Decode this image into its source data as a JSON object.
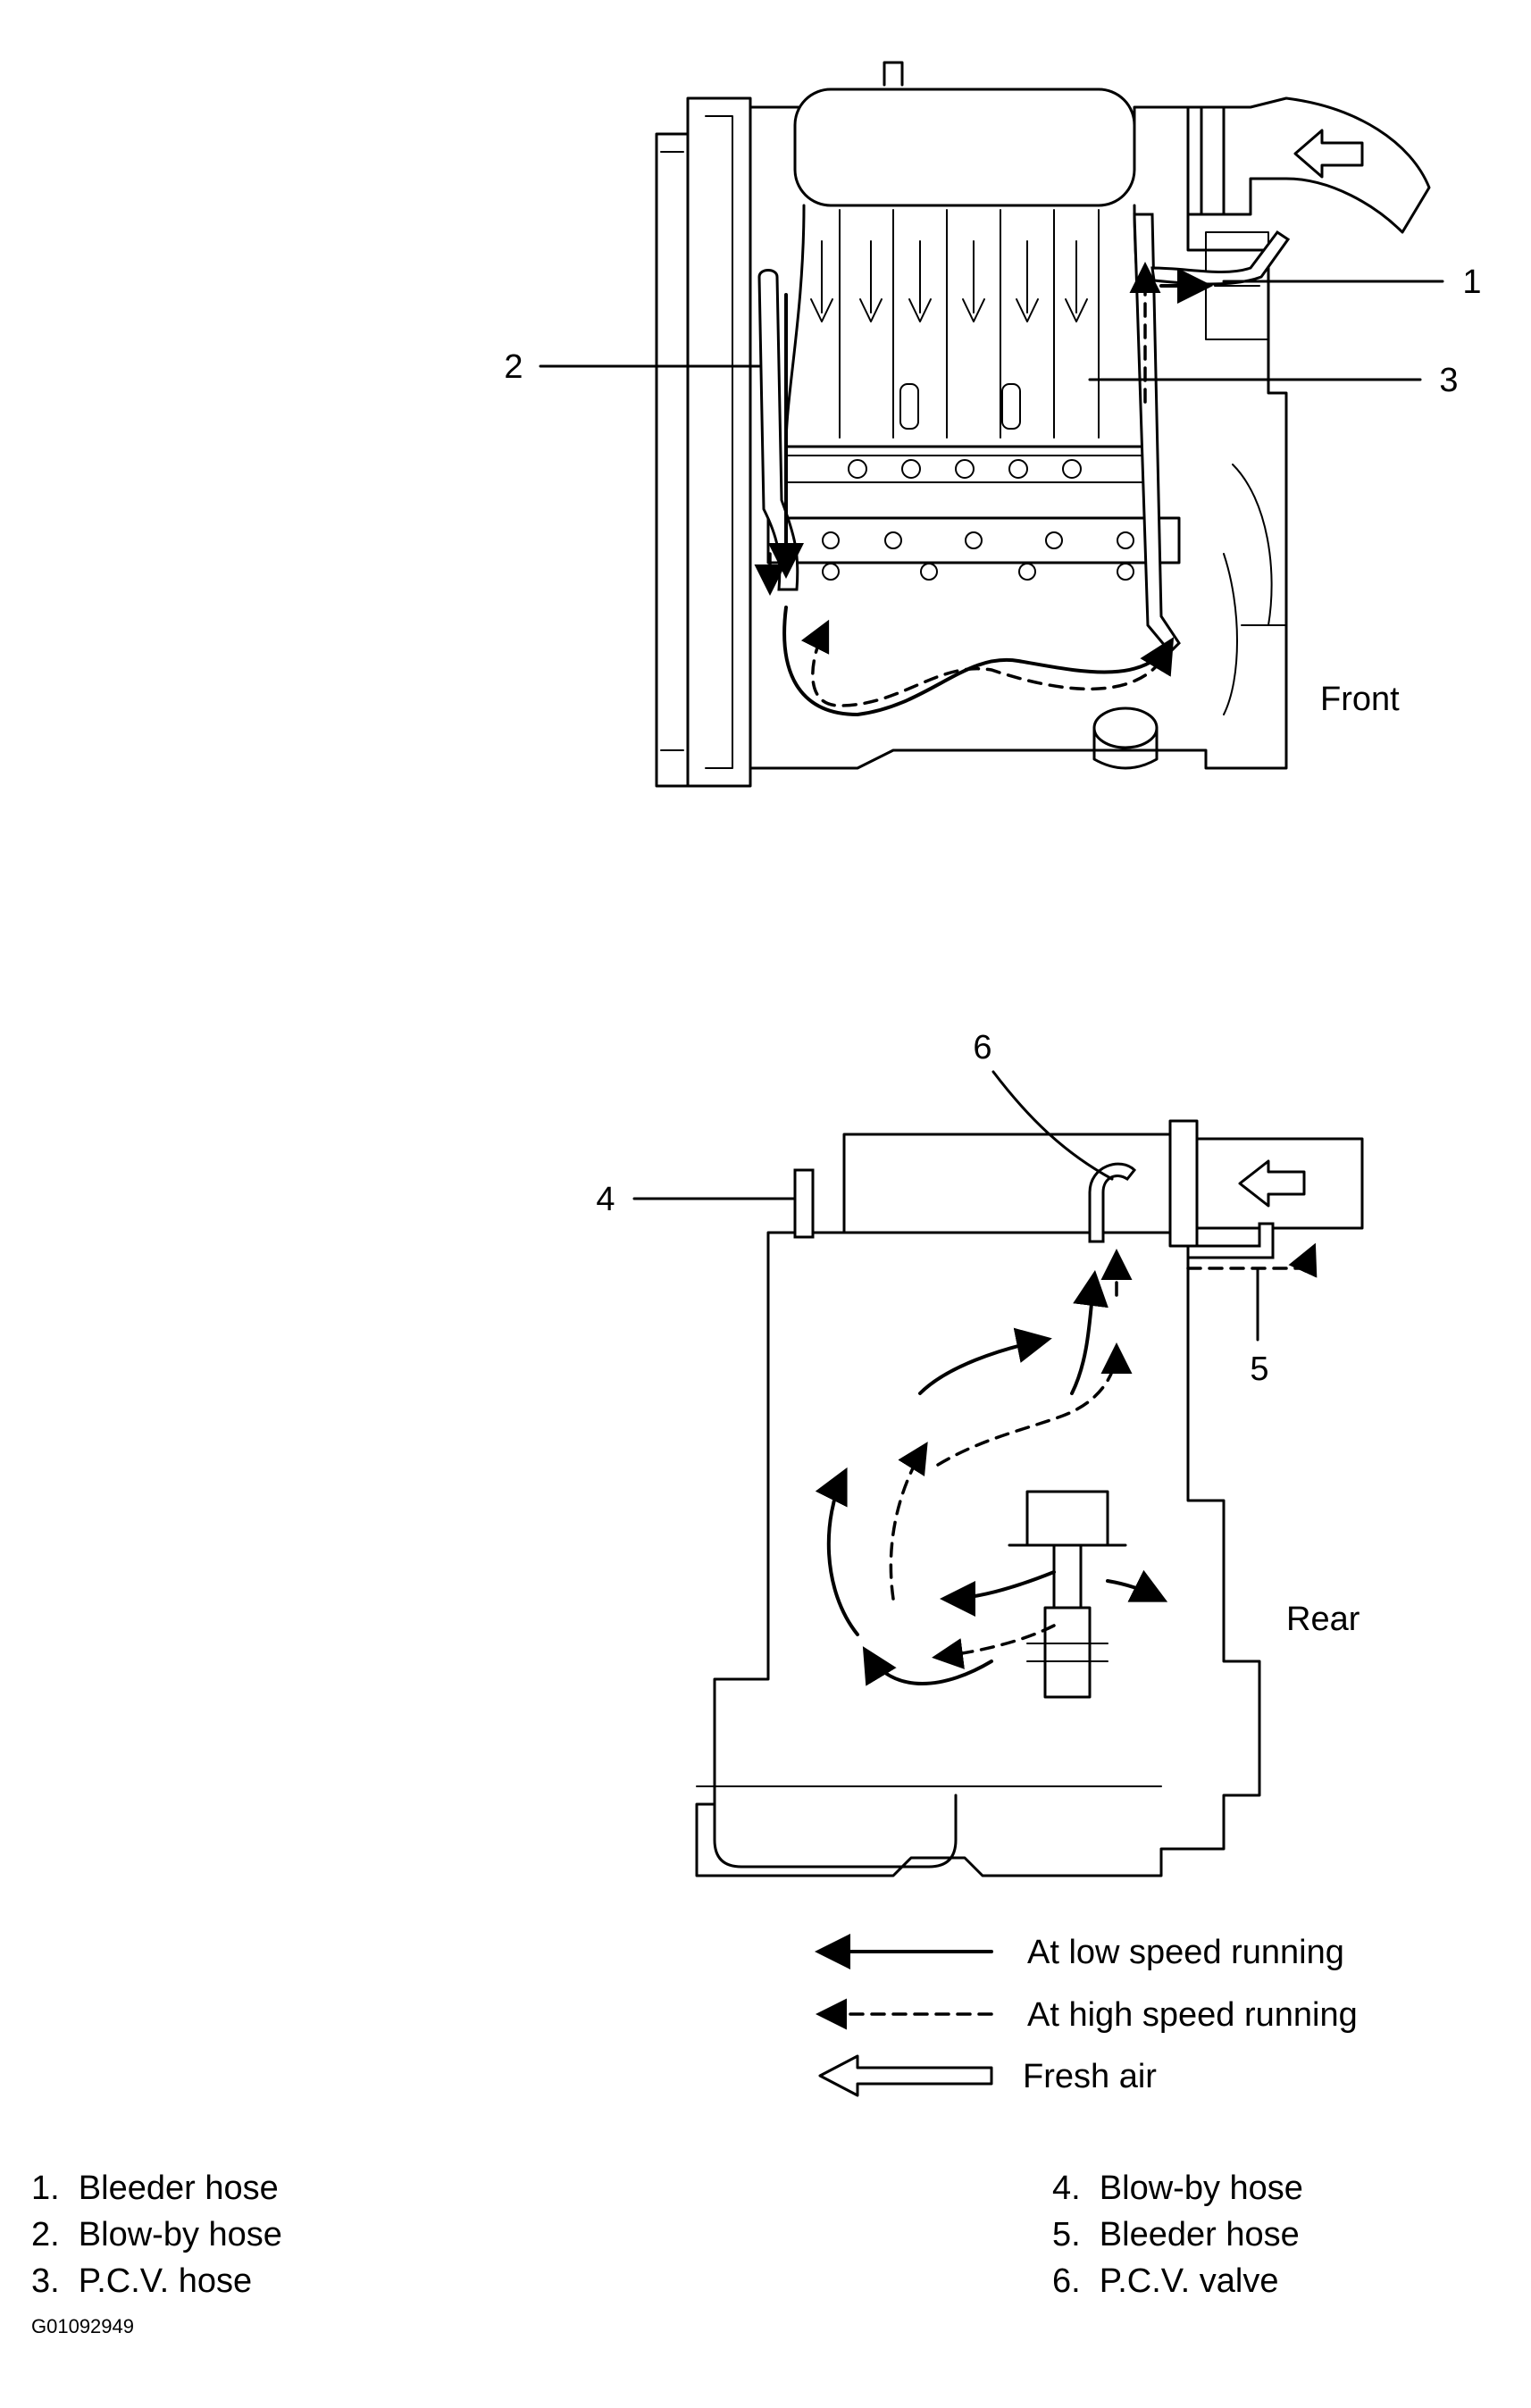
{
  "views": {
    "front_label": "Front",
    "rear_label": "Rear"
  },
  "callouts": [
    "1",
    "2",
    "3",
    "4",
    "5",
    "6"
  ],
  "legend": {
    "low_speed": "At low speed running",
    "high_speed": "At high speed running",
    "fresh_air": "Fresh air"
  },
  "parts": [
    "1.  Bleeder hose",
    "2.  Blow-by hose",
    "3.  P.C.V. hose",
    "4.  Blow-by hose",
    "5.  Bleeder hose",
    "6.  P.C.V. valve"
  ],
  "figure_code": "G01092949"
}
